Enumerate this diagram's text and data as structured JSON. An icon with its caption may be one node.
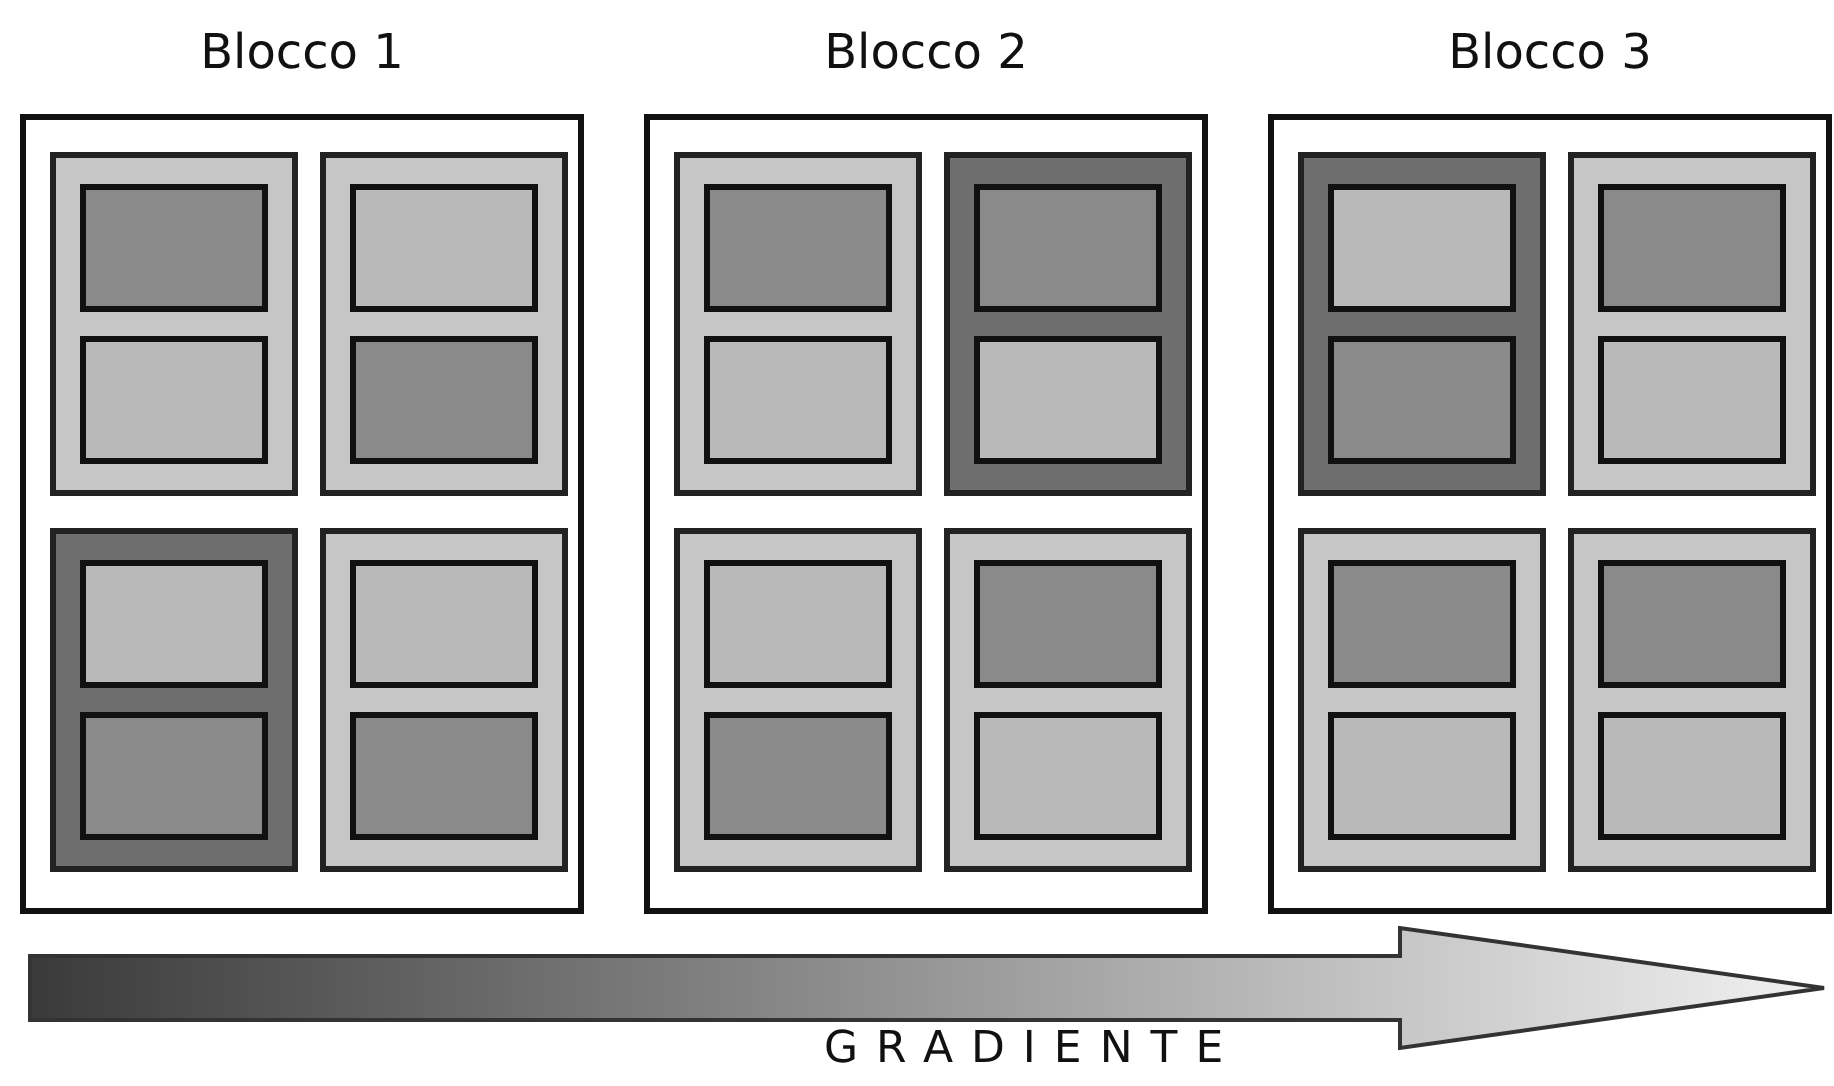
{
  "diagram": {
    "nodes": [
      {
        "text": [
          "Blocco 1"
        ]
      },
      {
        "text": [],
        "shape": "box",
        "in": 0
      },
      {
        "text": [],
        "shape": "box",
        "in": 1
      },
      {
        "text": [],
        "shape": "box",
        "in": 1
      },
      {
        "text": [],
        "shape": "box",
        "in": 0
      },
      {
        "text": [],
        "shape": "box",
        "in": 4
      },
      {
        "text": [],
        "shape": "box",
        "in": 4
      },
      {
        "text": [],
        "shape": "box",
        "in": 0
      },
      {
        "text": [],
        "shape": "box",
        "in": 7
      },
      {
        "text": [],
        "shape": "box",
        "in": 7
      },
      {
        "text": [],
        "shape": "box",
        "in": 0
      },
      {
        "text": [],
        "shape": "box",
        "in": 10
      },
      {
        "text": [],
        "shape": "box",
        "in": 10
      },
      {
        "text": [
          "Blocco 2"
        ]
      },
      {
        "text": [],
        "shape": "box",
        "in": 13
      },
      {
        "text": [],
        "shape": "box",
        "in": 14
      },
      {
        "text": [],
        "shape": "box",
        "in": 14
      },
      {
        "text": [],
        "shape": "box",
        "in": 13
      },
      {
        "text": [],
        "shape": "box",
        "in": 17
      },
      {
        "text": [],
        "shape": "box",
        "in": 17
      },
      {
        "text": [],
        "shape": "box",
        "in": 13
      },
      {
        "text": [],
        "shape": "box",
        "in": 20
      },
      {
        "text": [],
        "shape": "box",
        "in": 20
      },
      {
        "text": [],
        "shape": "box",
        "in": 13
      },
      {
        "text": [],
        "shape": "box",
        "in": 23
      },
      {
        "text": [],
        "shape": "box",
        "in": 23
      },
      {
        "text": [
          "Blocco 3"
        ]
      },
      {
        "text": [],
        "shape": "box",
        "in": 26
      },
      {
        "text": [],
        "shape": "box",
        "in": 27
      },
      {
        "text": [],
        "shape": "box",
        "in": 27
      },
      {
        "text": [],
        "shape": "box",
        "in": 26
      },
      {
        "text": [],
        "shape": "box",
        "in": 30
      },
      {
        "text": [],
        "shape": "box",
        "in": 30
      },
      {
        "text": [],
        "shape": "box",
        "in": 26
      },
      {
        "text": [],
        "shape": "box",
        "in": 33
      },
      {
        "text": [],
        "shape": "box",
        "in": 33
      },
      {
        "text": [],
        "shape": "box",
        "in": 26
      },
      {
        "text": [],
        "shape": "box",
        "in": 36
      },
      {
        "text": [],
        "shape": "box",
        "in": 36
      }
    ],
    "labels": [
      "GRADIENTE"
    ]
  }
}
